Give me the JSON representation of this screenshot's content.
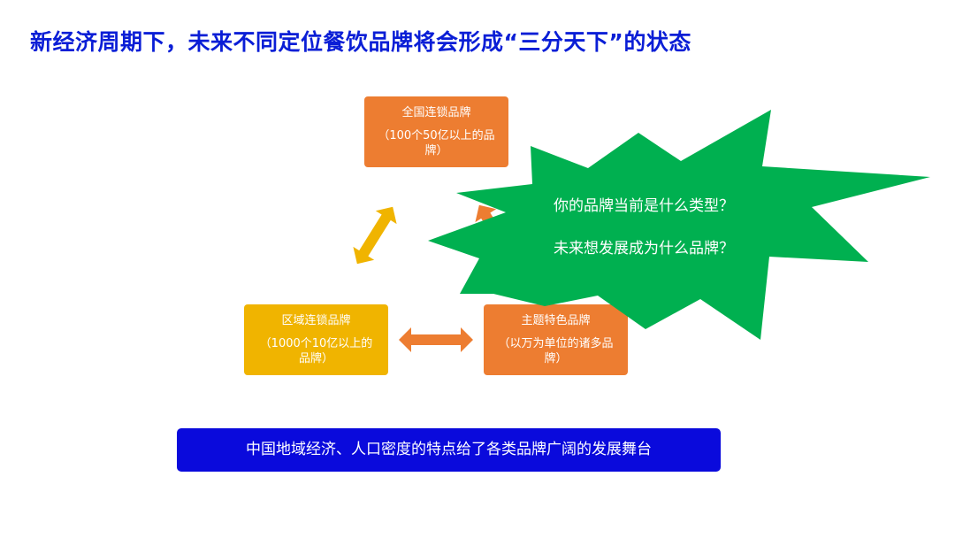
{
  "slide": {
    "title": "新经济周期下，未来不同定位餐饮品牌将会形成“三分天下”的状态"
  },
  "diagram": {
    "national": {
      "title": "全国连锁品牌",
      "subtitle": "（100个50亿以上的品牌）",
      "color": "#ed7d31"
    },
    "regional": {
      "title": "区域连锁品牌",
      "subtitle": "（1000个10亿以上的品牌）",
      "color": "#f0b400"
    },
    "theme": {
      "title": "主题特色品牌",
      "subtitle": "（以万为单位的诸多品牌）",
      "color": "#ed7d31"
    },
    "arrow_color": "#f0b400"
  },
  "callout": {
    "question_1": "你的品牌当前是什么类型？",
    "question_2": "未来想发展成为什么品牌？",
    "color": "#00b050"
  },
  "banner": {
    "text": "中国地域经济、人口密度的特点给了各类品牌广阔的发展舞台",
    "color": "#0a0adc"
  },
  "colors": {
    "title": "#0a1ed6"
  }
}
